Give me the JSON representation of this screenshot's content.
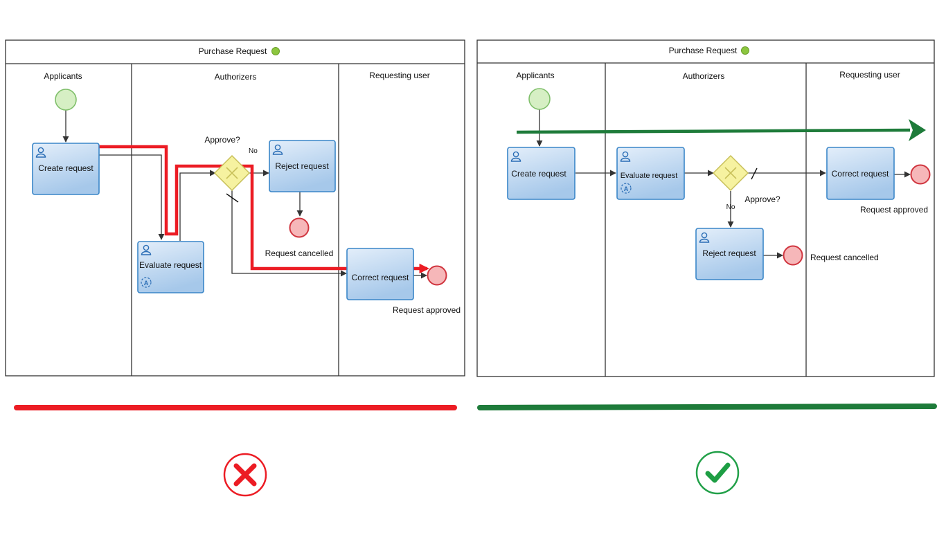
{
  "colors": {
    "bad": "#ec1c24",
    "good": "#1e7b3a",
    "task_stroke": "#3a86c8",
    "task_fill_top": "#e3eefa",
    "task_fill_bottom": "#a6c8ea",
    "gateway_fill": "#f6f2a0",
    "gateway_stroke": "#c8c05a",
    "start_fill": "#d6efc4",
    "start_stroke": "#7fbf6a",
    "end_fill": "#f6b7b9",
    "end_stroke": "#d0353f",
    "title_dot": "#8cc63f"
  },
  "left_diagram": {
    "pool_title": "Purchase Request",
    "lanes": [
      "Applicants",
      "Authorizers",
      "Requesting user"
    ],
    "tasks": {
      "create": "Create request",
      "evaluate": "Evaluate request",
      "reject": "Reject request",
      "correct": "Correct request"
    },
    "gateway_label": "Approve?",
    "no_label": "No",
    "end_cancelled": "Request cancelled",
    "end_approved": "Request approved",
    "verdict_icon": "cross-circle-icon"
  },
  "right_diagram": {
    "pool_title": "Purchase Request",
    "lanes": [
      "Applicants",
      "Authorizers",
      "Requesting user"
    ],
    "tasks": {
      "create": "Create request",
      "evaluate": "Evaluate request",
      "reject": "Reject request",
      "correct": "Correct request"
    },
    "gateway_label": "Approve?",
    "no_label": "No",
    "end_cancelled": "Request cancelled",
    "end_approved": "Request approved",
    "verdict_icon": "check-circle-icon"
  }
}
